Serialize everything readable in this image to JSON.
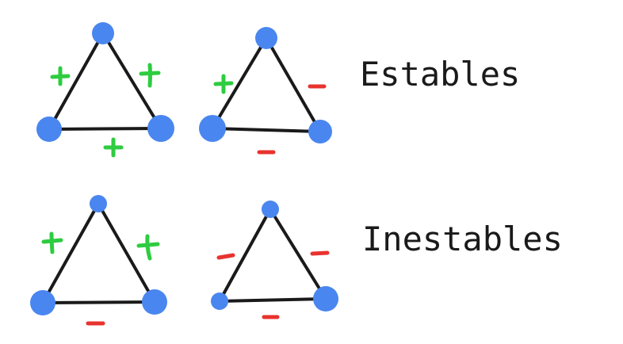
{
  "labels": {
    "stable": "Estables",
    "unstable": "Inestables"
  },
  "colors": {
    "node": "#4a86ef",
    "edge": "#1a1a1a",
    "positive": "#2ecc40",
    "negative": "#e8332e"
  },
  "triangles": [
    {
      "group": "stable",
      "edges": {
        "left": "+",
        "right": "+",
        "bottom": "+"
      }
    },
    {
      "group": "stable",
      "edges": {
        "left": "+",
        "right": "-",
        "bottom": "-"
      }
    },
    {
      "group": "unstable",
      "edges": {
        "left": "+",
        "right": "+",
        "bottom": "-"
      }
    },
    {
      "group": "unstable",
      "edges": {
        "left": "-",
        "right": "-",
        "bottom": "-"
      }
    }
  ]
}
